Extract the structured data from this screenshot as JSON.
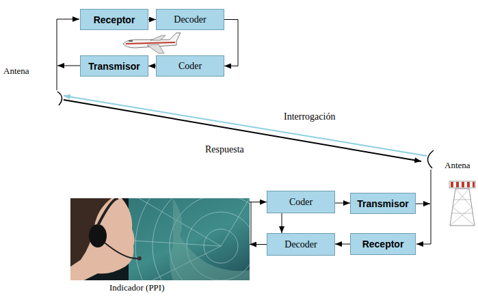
{
  "diagram": {
    "nodes": [
      {
        "text": [
          "Receptor"
        ]
      },
      {
        "text": [
          "Decoder"
        ]
      },
      {
        "text": [
          "Transmisor"
        ]
      },
      {
        "text": [
          "Coder"
        ]
      },
      {
        "text": [
          "Coder"
        ]
      },
      {
        "text": [
          "Transmisor"
        ]
      },
      {
        "text": [
          "Decoder"
        ]
      },
      {
        "text": [
          "Receptor"
        ]
      },
      {
        "text": [
          "Indicador (PPI)"
        ]
      }
    ],
    "edges": [
      {
        "from": 0,
        "to": 1,
        "arrow": "to"
      },
      {
        "from": 1,
        "to": 3,
        "arrow": "to"
      },
      {
        "from": 3,
        "to": 2,
        "arrow": "to"
      },
      {
        "from": 4,
        "to": 5,
        "arrow": "to"
      },
      {
        "from": 7,
        "to": 6,
        "arrow": "to"
      },
      {
        "from": 4,
        "to": 6,
        "arrow": "to"
      },
      {
        "from": 6,
        "to": 8,
        "arrow": "to"
      },
      {
        "from": 8,
        "to": 4,
        "arrow": "to"
      }
    ],
    "labels": [
      "Antena",
      "Interrogación",
      "Respuesta",
      "Antena"
    ]
  }
}
